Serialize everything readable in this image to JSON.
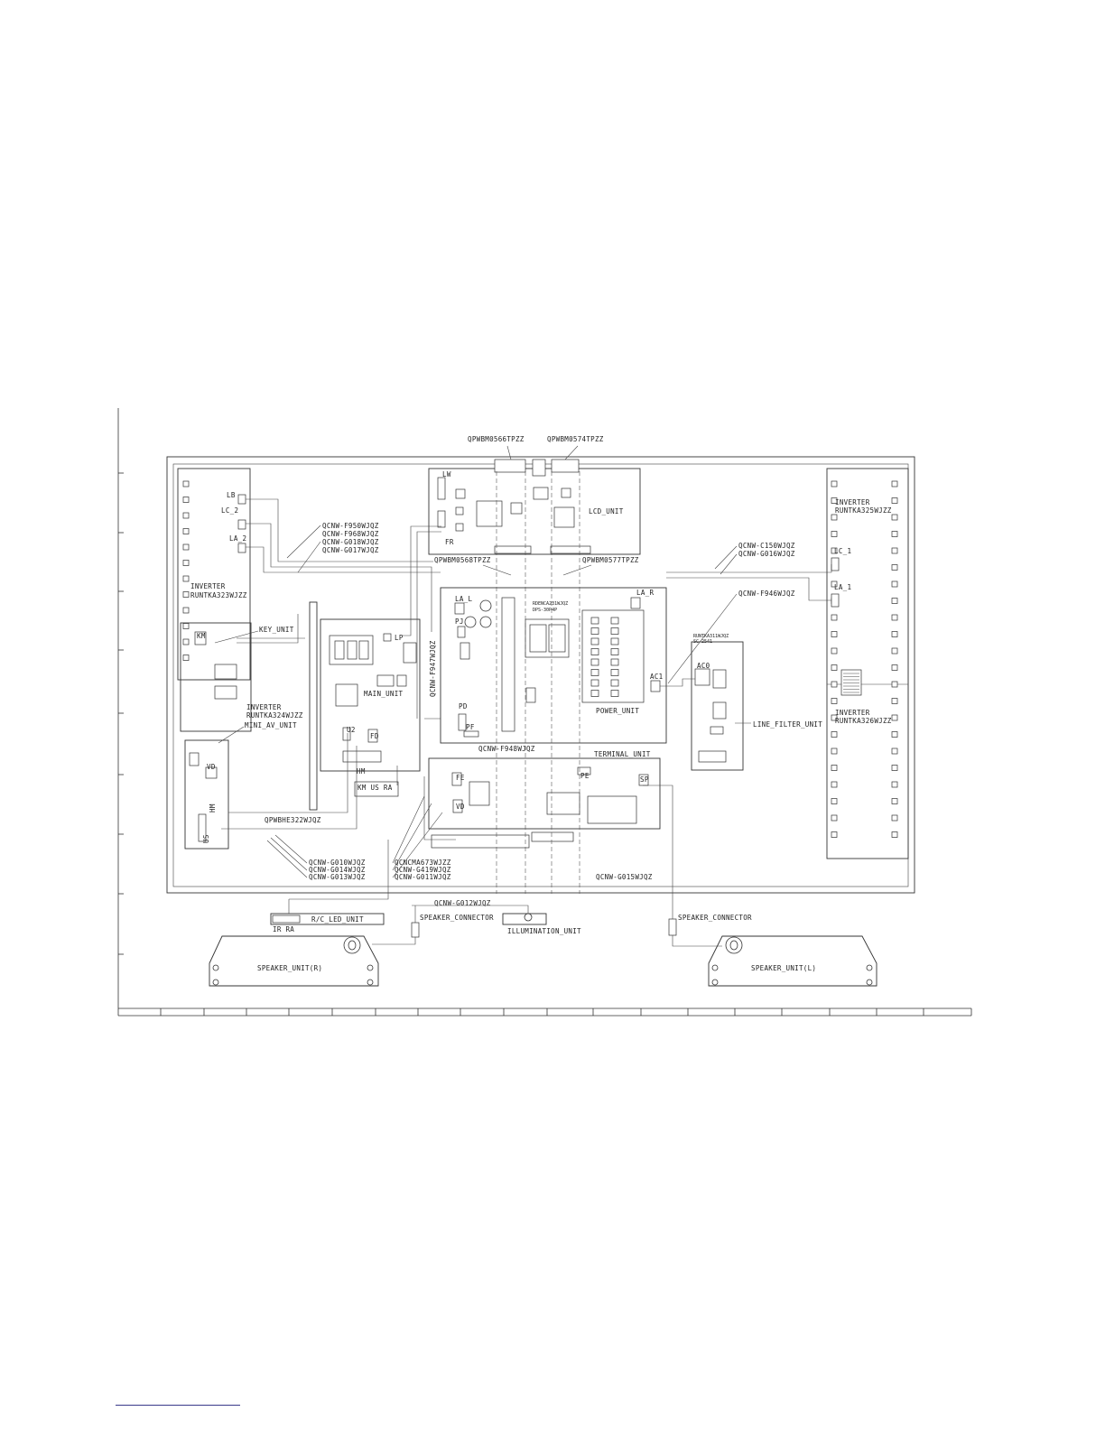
{
  "labels": {
    "qpwbm0566": "QPWBM0566TPZZ",
    "qpwbm0574": "QPWBM0574TPZZ",
    "qpwbm0568": "QPWBM0568TPZZ",
    "qpwbm0577": "QPWBM0577TPZZ",
    "lcd_unit": "LCD_UNIT",
    "inverter": "INVERTER",
    "inv_left_part": "RUNTKA323WJZZ",
    "inv_right_top_part": "RUNTKA325WJZZ",
    "inv_right_bot_part": "RUNTKA326WJZZ",
    "inv_mid_part": "RUNTKA324WJZZ",
    "cable_f950": "QCNW-F950WJQZ",
    "cable_f968": "QCNW-F968WJQZ",
    "cable_g018": "QCNW-G018WJQZ",
    "cable_g017": "QCNW-G017WJQZ",
    "cable_c150": "QCNW-C150WJQZ",
    "cable_g016": "QCNW-G016WJQZ",
    "cable_f946": "QCNW-F946WJQZ",
    "cable_f947": "QCNW-F947WJQZ",
    "cable_f948": "QCNW-F948WJQZ",
    "key_unit": "KEY_UNIT",
    "main_unit": "MAIN_UNIT",
    "power_unit": "POWER_UNIT",
    "terminal_unit": "TERMINAL_UNIT",
    "line_filter_unit": "LINE_FILTER_UNIT",
    "mini_av_unit": "MINI_AV_UNIT",
    "qpwbhe322": "QPWBHE322WJQZ",
    "cable_g010": "QCNW-G010WJQZ",
    "cable_g014": "QCNW-G014WJQZ",
    "cable_g013": "QCNW-G013WJQZ",
    "qcncma673": "QCNCMA673WJZZ",
    "cable_g419": "QCNW-G419WJQZ",
    "cable_g011": "QCNW-G011WJQZ",
    "cable_g015": "QCNW-G015WJQZ",
    "cable_g012": "QCNW-G012WJQZ",
    "rc_led_unit": "R/C_LED_UNIT",
    "speaker_connector": "SPEAKER_CONNECTOR",
    "illumination_unit": "ILLUMINATION_UNIT",
    "speaker_unit_r": "SPEAKER_UNIT(R)",
    "speaker_unit_l": "SPEAKER_UNIT(L)",
    "rdenca231": "RDENCA231WJQZ",
    "dps_part": "DPS-30P4P",
    "line_filter_part": "RUNTKA311WJQZ",
    "line_filter_sub": "SC-2541"
  },
  "connectors": {
    "lb": "LB",
    "lc2": "LC_2",
    "la2": "LA_2",
    "lw": "LW",
    "lp": "LP",
    "fr": "FR",
    "lc1": "LC_1",
    "la1": "LA_1",
    "km": "KM",
    "lal": "LA_L",
    "lar": "LA_R",
    "pj": "PJ",
    "pd": "PD",
    "pf": "PF",
    "ac1": "AC1",
    "ac0": "AC0",
    "u2": "U2",
    "fd": "FD",
    "hm": "HM",
    "km_us_ra": "KM  US  RA",
    "vd": "VD",
    "fe": "FE",
    "sp": "SP",
    "pe": "PE",
    "ir_ra": "IR  RA",
    "us": "US"
  }
}
